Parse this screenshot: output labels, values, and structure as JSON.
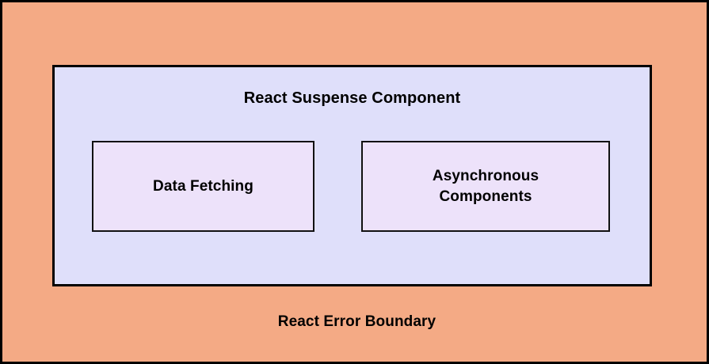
{
  "diagram": {
    "type": "nested-containment",
    "outer": {
      "label": "React Error Boundary",
      "fill_color": "#f4aa85",
      "border_color": "#000000"
    },
    "inner": {
      "label": "React Suspense Component",
      "fill_color": "#dfdffa",
      "border_color": "#000000"
    },
    "children": [
      {
        "label": "Data Fetching",
        "fill_color": "#ede2fa",
        "border_color": "#111111"
      },
      {
        "label": "Asynchronous\nComponents",
        "fill_color": "#ede2fa",
        "border_color": "#111111"
      }
    ]
  }
}
